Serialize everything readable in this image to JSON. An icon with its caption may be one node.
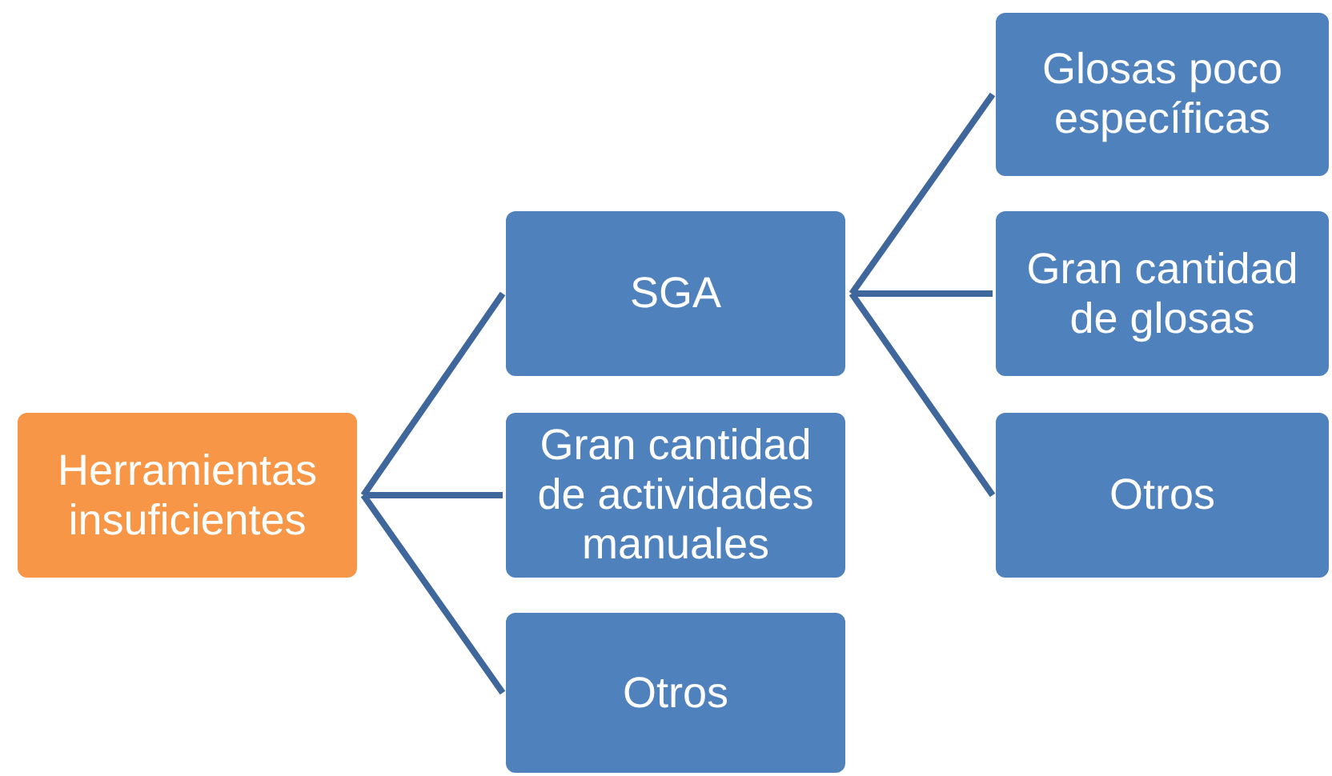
{
  "diagram": {
    "nodes": [
      {
        "text": [
          "Herramientas insuficientes"
        ]
      },
      {
        "text": [
          "SGA"
        ]
      },
      {
        "text": [
          "Gran cantidad de actividades manuales"
        ]
      },
      {
        "text": [
          "Otros"
        ]
      },
      {
        "text": [
          "Glosas poco específicas"
        ]
      },
      {
        "text": [
          "Gran cantidad de glosas"
        ]
      },
      {
        "text": [
          "Otros"
        ]
      }
    ],
    "edges": [
      {
        "from": 0,
        "to": 1,
        "arrow": "none"
      },
      {
        "from": 0,
        "to": 2,
        "arrow": "none"
      },
      {
        "from": 0,
        "to": 3,
        "arrow": "none"
      },
      {
        "from": 1,
        "to": 4,
        "arrow": "none"
      },
      {
        "from": 1,
        "to": 5,
        "arrow": "none"
      },
      {
        "from": 1,
        "to": 6,
        "arrow": "none"
      }
    ]
  }
}
